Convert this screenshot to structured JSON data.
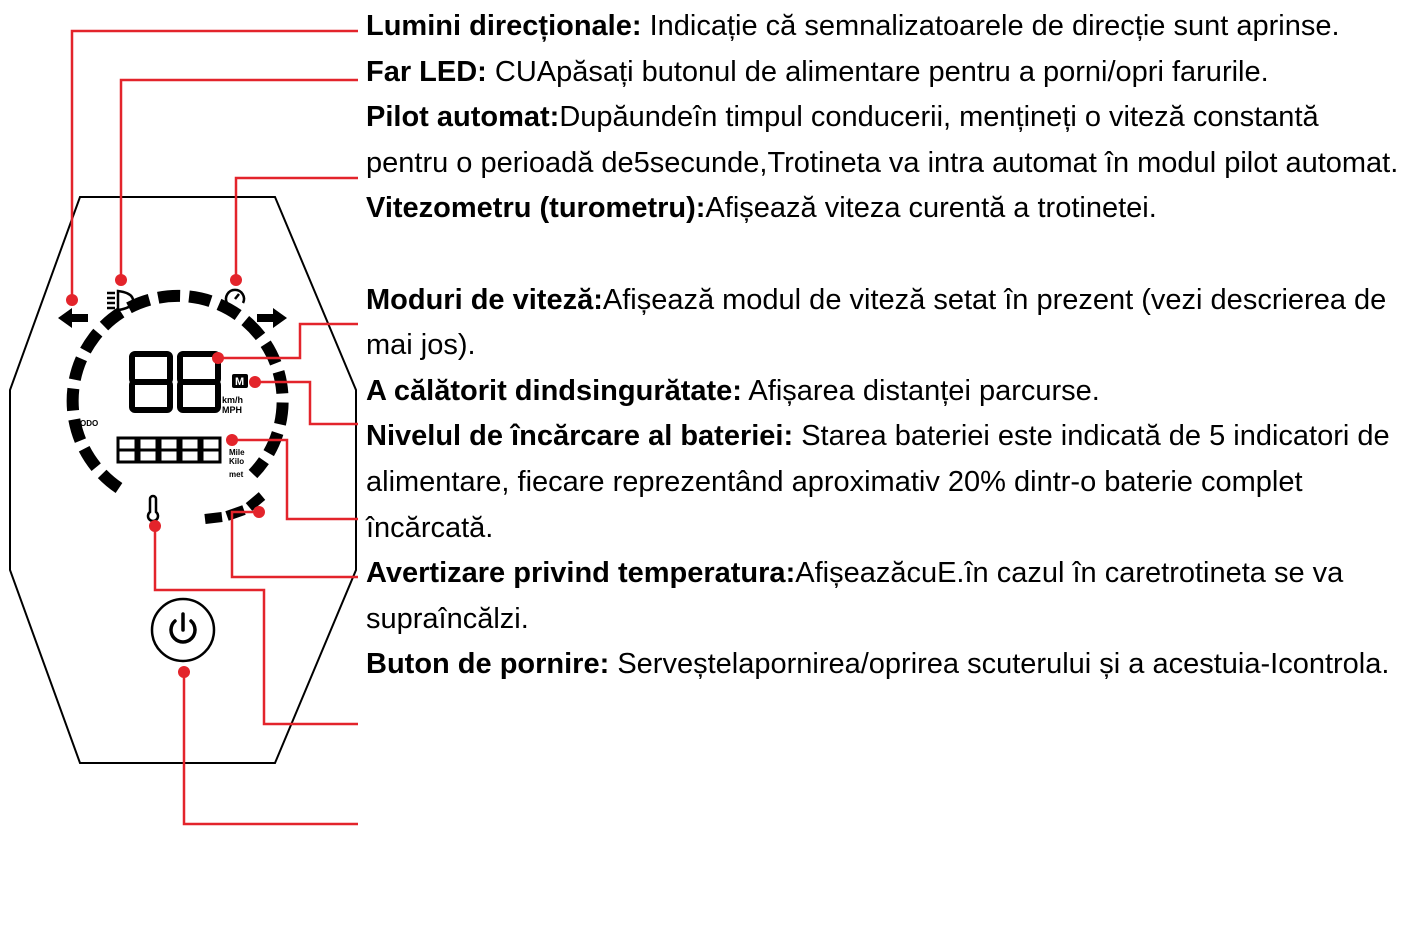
{
  "colors": {
    "callout_line": "#e3242b",
    "outline": "#000000",
    "background": "#ffffff"
  },
  "display": {
    "speed_digits": "88",
    "speed_units": [
      "km/h",
      "MPH"
    ],
    "mode_badge": "M",
    "odo_label": "ODO",
    "odo_digits": "88888",
    "distance_units": [
      "Mile",
      "Kilo",
      "met"
    ],
    "icons": [
      "left-arrow-icon",
      "headlight-icon",
      "cruise-control-icon",
      "right-arrow-icon",
      "thermometer-icon",
      "power-icon"
    ]
  },
  "items": [
    {
      "term": "Lumini direcționale:",
      "text": " Indicație că semnalizatoarele de direcție sunt aprinse."
    },
    {
      "term": "Far LED:",
      "text": " CUApăsați butonul de alimentare pentru a porni/opri farurile."
    },
    {
      "term": "Pilot automat:",
      "text": "Dupăundeîn timpul conducerii, mențineți o viteză constantă pentru o perioadă de5secunde,Trotineta va intra automat în modul pilot automat."
    },
    {
      "term": "Vitezometru (turometru):",
      "text": "Afișează viteza curentă a trotinetei."
    },
    {
      "term": "Moduri de viteză:",
      "text": "Afișează modul de viteză setat în prezent (vezi descrierea de mai jos)."
    },
    {
      "term": "A călătorit dindsingurătate:",
      "text": " Afișarea distanței parcurse."
    },
    {
      "term": "Nivelul de încărcare al bateriei:",
      "text": " Starea bateriei este indicată de 5 indicatori de alimentare, fiecare reprezentând aproximativ 20% dintr-o baterie complet încărcată."
    },
    {
      "term": "Avertizare privind temperatura:",
      "text": "AfișeazăcuE.în cazul în caretrotineta se va supraîncălzi."
    },
    {
      "term": "Buton de pornire:",
      "text": " Serveștelapornirea/oprirea scuterului și a acestuia-Icontrola."
    }
  ]
}
